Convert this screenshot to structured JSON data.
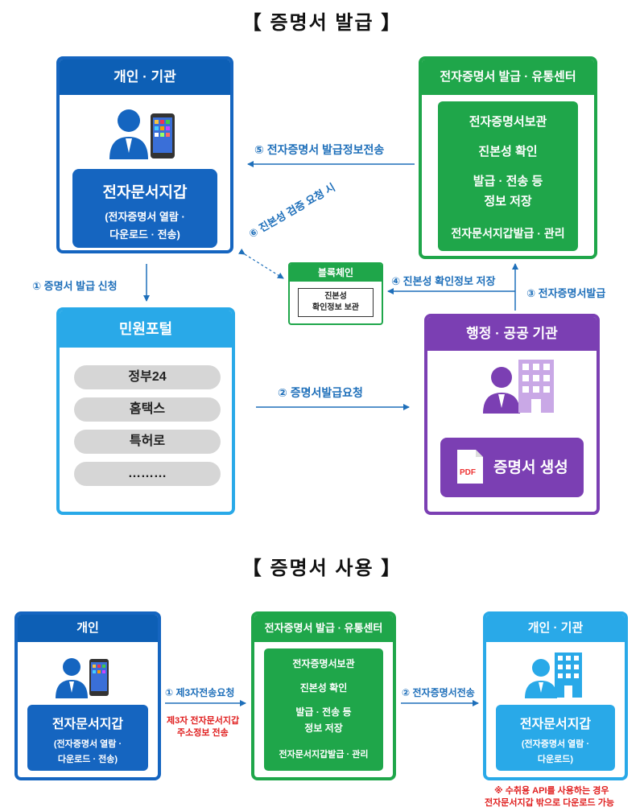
{
  "issuance": {
    "title": "【 증명서 발급 】",
    "individual": {
      "header": "개인 · 기관",
      "wallet_title": "전자문서지갑",
      "wallet_sub1": "(전자증명서 열람 ·",
      "wallet_sub2": "다운로드 · 전송)"
    },
    "center": {
      "header": "전자증명서 발급 · 유통센터",
      "items": [
        "전자증명서보관",
        "진본성 확인",
        "발급 · 전송 등",
        "정보 저장",
        "전자문서지갑발급 · 관리"
      ]
    },
    "portal": {
      "header": "민원포털",
      "items": [
        "정부24",
        "홈택스",
        "특허로",
        "………"
      ]
    },
    "blockchain": {
      "header": "블록체인",
      "line1": "진본성",
      "line2": "확인정보 보관"
    },
    "agency": {
      "header": "행정 · 공공 기관",
      "pdf_label": "PDF",
      "doc_label": "증명서 생성"
    },
    "steps": {
      "s1": "① 증명서 발급 신청",
      "s2": "② 증명서발급요청",
      "s3": "③ 전자증명서발급",
      "s4": "④ 진본성 확인정보 저장",
      "s5": "⑤ 전자증명서 발급정보전송",
      "s6": "⑥ 진본성 검증 요청 시"
    }
  },
  "usage": {
    "title": "【 증명서 사용 】",
    "individual": {
      "header": "개인",
      "wallet_title": "전자문서지갑",
      "wallet_sub1": "(전자증명서 열람 ·",
      "wallet_sub2": "다운로드 · 전송)"
    },
    "center": {
      "header": "전자증명서 발급 · 유통센터",
      "items": [
        "전자증명서보관",
        "진본성 확인",
        "발급 · 전송 등",
        "정보 저장",
        "전자문서지갑발급 · 관리"
      ]
    },
    "receiver": {
      "header": "개인 · 기관",
      "wallet_title": "전자문서지갑",
      "wallet_sub1": "(전자증명서 열람 ·",
      "wallet_sub2": "다운로드)"
    },
    "steps": {
      "s1": "① 제3자전송요청",
      "s1_note1": "제3자 전자문서지갑",
      "s1_note2": "주소정보 전송",
      "s2": "② 전자증명서전송"
    },
    "footnote1": "※ 수취용 API를 사용하는 경우",
    "footnote2": "전자문서지갑 밖으로 다운로드 가능"
  },
  "colors": {
    "blue_dark": "#1565c0",
    "blue_header": "#0d5fb5",
    "sky": "#29a9e8",
    "green": "#1fa64a",
    "purple": "#7b3fb3",
    "arrow_blue": "#1e6fba",
    "red_note": "#e02020"
  },
  "icons": [
    "person-icon",
    "smartphone-icon",
    "building-icon",
    "pdf-icon"
  ]
}
